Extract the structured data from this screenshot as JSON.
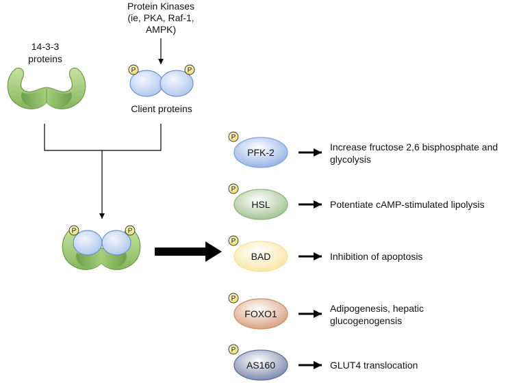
{
  "labels": {
    "kinases_line1": "Protein Kinases",
    "kinases_line2": "(ie, PKA, Raf-1,",
    "kinases_line3": "AMPK)",
    "proteins1433_line1": "14-3-3",
    "proteins1433_line2": "proteins",
    "client": "Client proteins",
    "phospho": "P"
  },
  "targets": [
    {
      "label": "PFK-2",
      "effect_line1": "Increase fructose 2,6 bisphosphate and",
      "effect_line2": "glycolysis",
      "color": "#7ea2e0"
    },
    {
      "label": "HSL",
      "effect_line1": "Potentiate cAMP-stimulated lipolysis",
      "effect_line2": "",
      "color": "#8fb57c"
    },
    {
      "label": "BAD",
      "effect_line1": "Inhibition of apoptosis",
      "effect_line2": "",
      "color": "#f7e292"
    },
    {
      "label": "FOXO1",
      "effect_line1": "Adipogenesis, hepatic",
      "effect_line2": "glucogenogensis",
      "color": "#cf8e66"
    },
    {
      "label": "AS160",
      "effect_line1": "GLUT4 translocation",
      "effect_line2": "",
      "color": "#5f709c"
    }
  ],
  "colors": {
    "protein1433_light": "#b9dc92",
    "protein1433_dark": "#6fa448",
    "client_light": "#eef3fd",
    "client_dark": "#a9c2ec",
    "phospho_fill": "#f6ee9a"
  }
}
